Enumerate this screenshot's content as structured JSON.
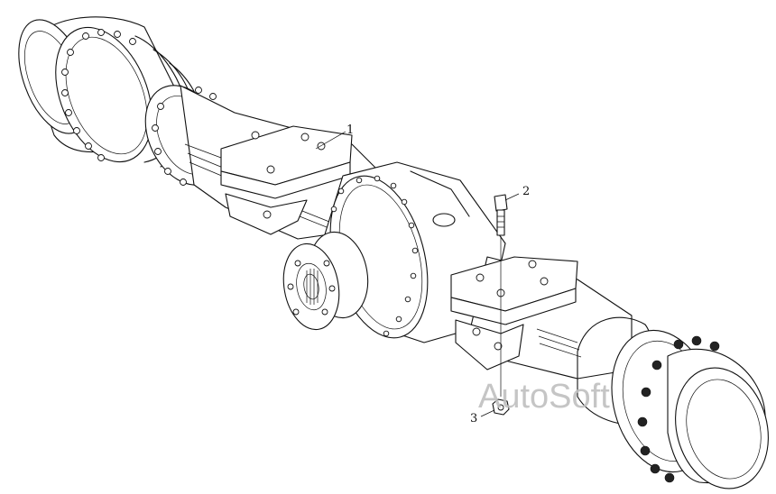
{
  "figure": {
    "watermark": "AutoSoft",
    "callouts": [
      {
        "label": "1"
      },
      {
        "label": "2"
      },
      {
        "label": "3"
      }
    ]
  }
}
